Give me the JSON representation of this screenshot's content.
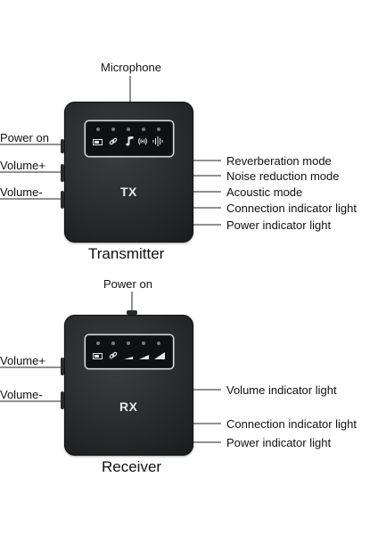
{
  "transmitter": {
    "top_label": "Microphone",
    "side_labels": [
      "Power on",
      "Volume+",
      "Volume-"
    ],
    "device_tag": "TX",
    "caption": "Transmitter",
    "callouts": [
      "Reverberation mode",
      "Noise reduction mode",
      "Acoustic mode",
      "Connection indicator light",
      "Power indicator light"
    ],
    "icons": [
      "battery-icon",
      "link-icon",
      "music-note-icon",
      "broadcast-icon",
      "sound-wave-icon"
    ]
  },
  "receiver": {
    "top_label": "Power on",
    "side_labels": [
      "Volume+",
      "Volume-"
    ],
    "device_tag": "RX",
    "caption": "Receiver",
    "callouts": [
      "Volume indicator light",
      "Connection indicator light",
      "Power indicator light"
    ],
    "icons": [
      "battery-icon",
      "link-icon",
      "volume-bar-1-icon",
      "volume-bar-2-icon",
      "volume-bar-3-icon"
    ]
  }
}
